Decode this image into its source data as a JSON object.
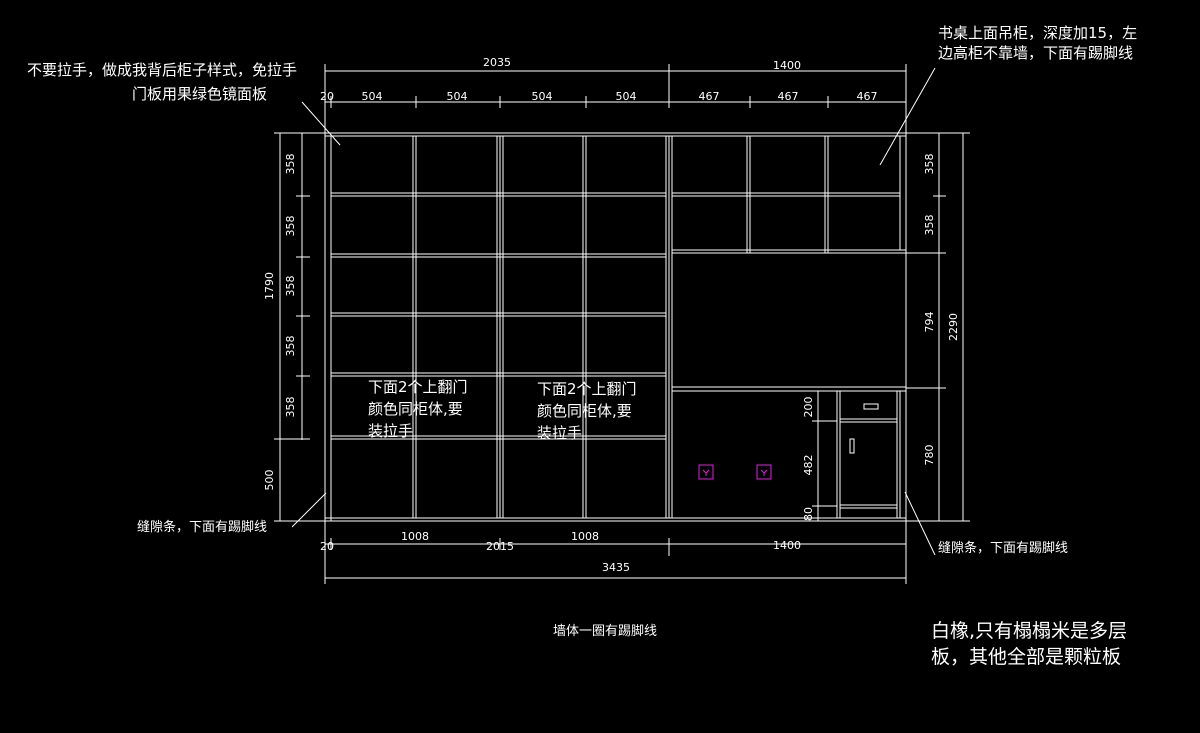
{
  "drawing": {
    "dimensions_top": {
      "overall_left": "2035",
      "overall_right": "1400",
      "offset": "20",
      "left_bays": [
        "504",
        "504",
        "504",
        "504"
      ],
      "right_bays": [
        "467",
        "467",
        "467"
      ]
    },
    "dimensions_bottom": {
      "offset": "20",
      "left_units": [
        "1008",
        "1008"
      ],
      "left_total": "2015",
      "right_total": "1400",
      "overall": "3435"
    },
    "dimensions_left": {
      "shelf_rows": [
        "358",
        "358",
        "358",
        "358",
        "358"
      ],
      "upper_total": "1790",
      "base": "500"
    },
    "dimensions_right": {
      "wall_cabinet_rows": [
        "358",
        "358"
      ],
      "desk_opening": "794",
      "desk_height": "780",
      "overall_height": "2290"
    },
    "dimensions_inner": {
      "drawer": "200",
      "door": "482",
      "kick": "80"
    },
    "notes": {
      "top_left": [
        "不要拉手，做成我背后柜子样式，免拉手",
        "门板用果绿色镜面板"
      ],
      "top_right": [
        "书桌上面吊柜，深度加15，左",
        "边高柜不靠墙，下面有踢脚线"
      ],
      "flip_door_1": [
        "下面2个上翻门",
        "颜色同柜体,要",
        "装拉手"
      ],
      "flip_door_2": [
        "下面2个上翻门",
        "颜色同柜体,要",
        "装拉手"
      ],
      "gap_left": "缝隙条，下面有踢脚线",
      "gap_right": "缝隙条，下面有踢脚线",
      "wall_note": "墙体一圈有踢脚线",
      "material": [
        "白橡,只有榻榻米是多层",
        "板，其他全部是颗粒板"
      ]
    }
  }
}
